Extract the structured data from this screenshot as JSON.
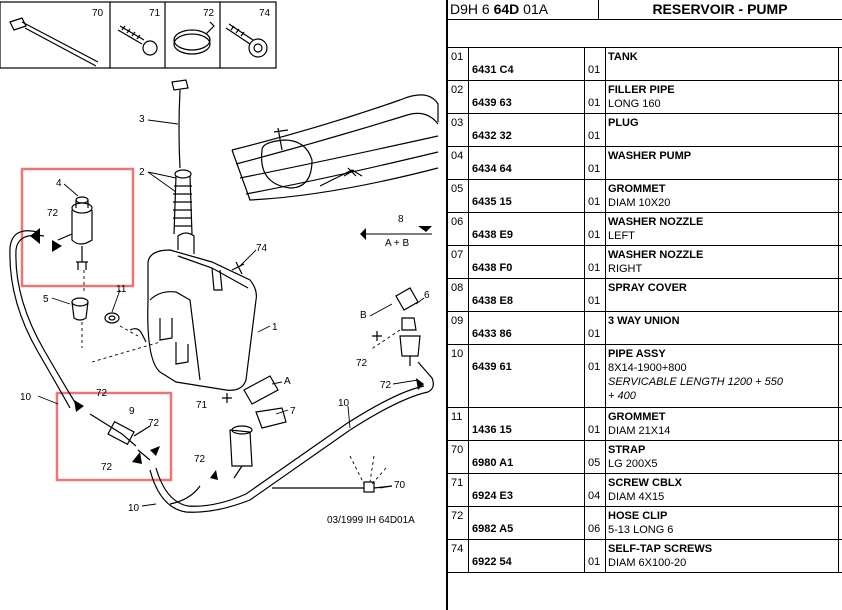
{
  "header": {
    "ref_prefix": "D9H 6",
    "ref_bold": "64D",
    "ref_suffix": "01A",
    "title": "RESERVOIR - PUMP"
  },
  "parts": [
    {
      "index": "01",
      "part_number": "6431 C4",
      "qty": "01",
      "name": "TANK",
      "desc": ""
    },
    {
      "index": "02",
      "part_number": "6439 63",
      "qty": "01",
      "name": "FILLER PIPE",
      "desc": "LONG 160"
    },
    {
      "index": "03",
      "part_number": "6432 32",
      "qty": "01",
      "name": "PLUG",
      "desc": ""
    },
    {
      "index": "04",
      "part_number": "6434 64",
      "qty": "01",
      "name": "WASHER PUMP",
      "desc": ""
    },
    {
      "index": "05",
      "part_number": "6435 15",
      "qty": "01",
      "name": "GROMMET",
      "desc": "DIAM 10X20"
    },
    {
      "index": "06",
      "part_number": "6438 E9",
      "qty": "01",
      "name": "WASHER NOZZLE",
      "desc": "LEFT"
    },
    {
      "index": "07",
      "part_number": "6438 F0",
      "qty": "01",
      "name": "WASHER NOZZLE",
      "desc": "RIGHT"
    },
    {
      "index": "08",
      "part_number": "6438 E8",
      "qty": "01",
      "name": "SPRAY COVER",
      "desc": ""
    },
    {
      "index": "09",
      "part_number": "6433 86",
      "qty": "01",
      "name": "3 WAY UNION",
      "desc": ""
    },
    {
      "index": "10",
      "part_number": "6439 61",
      "qty": "01",
      "name": "PIPE ASSY",
      "desc": "8X14-1900+800",
      "note_1": "SERVICABLE LENGTH 1200 + 550",
      "note_2": "+ 400"
    },
    {
      "index": "11",
      "part_number": "1436 15",
      "qty": "01",
      "name": "GROMMET",
      "desc": "DIAM 21X14"
    },
    {
      "index": "70",
      "part_number": "6980 A1",
      "qty": "05",
      "name": "STRAP",
      "desc": "LG 200X5"
    },
    {
      "index": "71",
      "part_number": "6924 E3",
      "qty": "04",
      "name": "SCREW CBLX",
      "desc": "DIAM 4X15"
    },
    {
      "index": "72",
      "part_number": "6982 A5",
      "qty": "06",
      "name": "HOSE CLIP",
      "desc": "5-13 LONG 6"
    },
    {
      "index": "74",
      "part_number": "6922 54",
      "qty": "01",
      "name": "SELF-TAP SCREWS",
      "desc": "DIAM 6X100-20"
    }
  ],
  "diagram": {
    "hardware_labels": [
      "70",
      "71",
      "72",
      "74"
    ],
    "callouts": {
      "c1": "1",
      "c2": "2",
      "c3": "3",
      "c4": "4",
      "c5": "5",
      "c6": "6",
      "c7": "7",
      "c8": "8",
      "c8b": "A + B",
      "c9": "9",
      "c10a": "10",
      "c10b": "10",
      "c10c": "10",
      "c11": "11",
      "c70": "70",
      "c71": "71",
      "c72a": "72",
      "c72b": "72",
      "c72c": "72",
      "c72d": "72",
      "c72e": "72",
      "c72f": "72",
      "c74": "74",
      "cA": "A",
      "cB": "B"
    },
    "footer": "03/1999   IH 64D01A"
  },
  "colors": {
    "highlight_box": "#e87878",
    "line": "#000000"
  }
}
